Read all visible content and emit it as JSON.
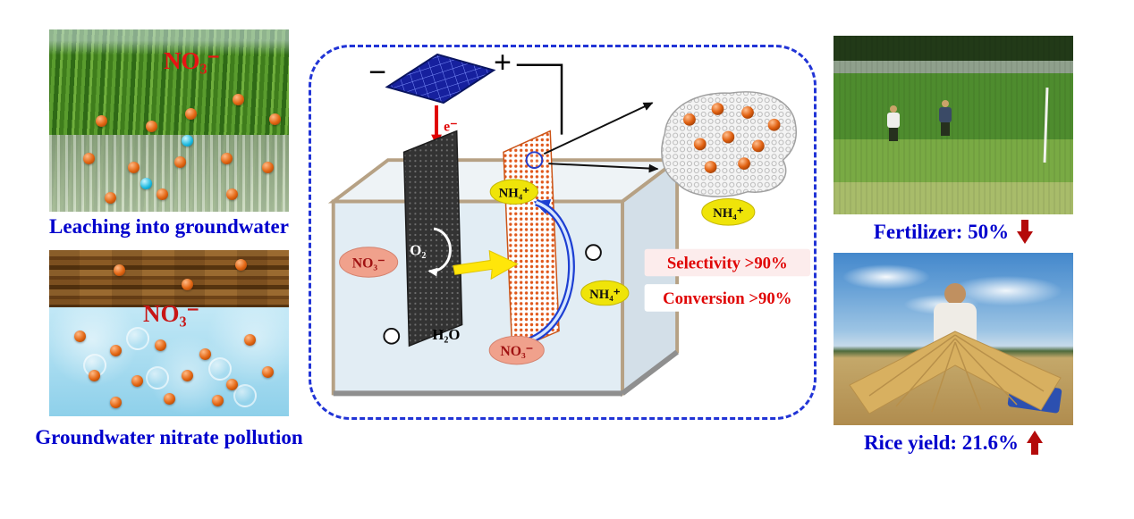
{
  "left": {
    "photo1_overlay": "NO₃⁻",
    "caption1": "Leaching into groundwater",
    "photo2_overlay": "NO₃⁻",
    "caption2": "Groundwater nitrate pollution"
  },
  "cell": {
    "minus": "−",
    "plus": "+",
    "electron": "e⁻",
    "no3_feed": "NO₃⁻",
    "o2": "O₂",
    "h2o": "H₂O",
    "nh4_top": "NH₄⁺",
    "nh4_right": "NH₄⁺",
    "no3_bottom": "NO₃⁻",
    "nh4_catalyst": "NH₄⁺",
    "selectivity": "Selectivity >90%",
    "conversion": "Conversion >90%"
  },
  "right": {
    "fertilizer_caption": "Fertilizer: 50%",
    "fertilizer_arrow_icon": "red-arrow-down",
    "rice_caption": "Rice yield: 21.6%",
    "rice_arrow_icon": "red-arrow-up"
  },
  "colors": {
    "caption_blue": "#0000cd",
    "accent_red": "#cc0000",
    "dashed_border_blue": "#2134d6",
    "nitrate_orange": "#e06010",
    "ammonium_yellow": "#efe409",
    "nitrate_pill_pink": "#f0a18c"
  }
}
